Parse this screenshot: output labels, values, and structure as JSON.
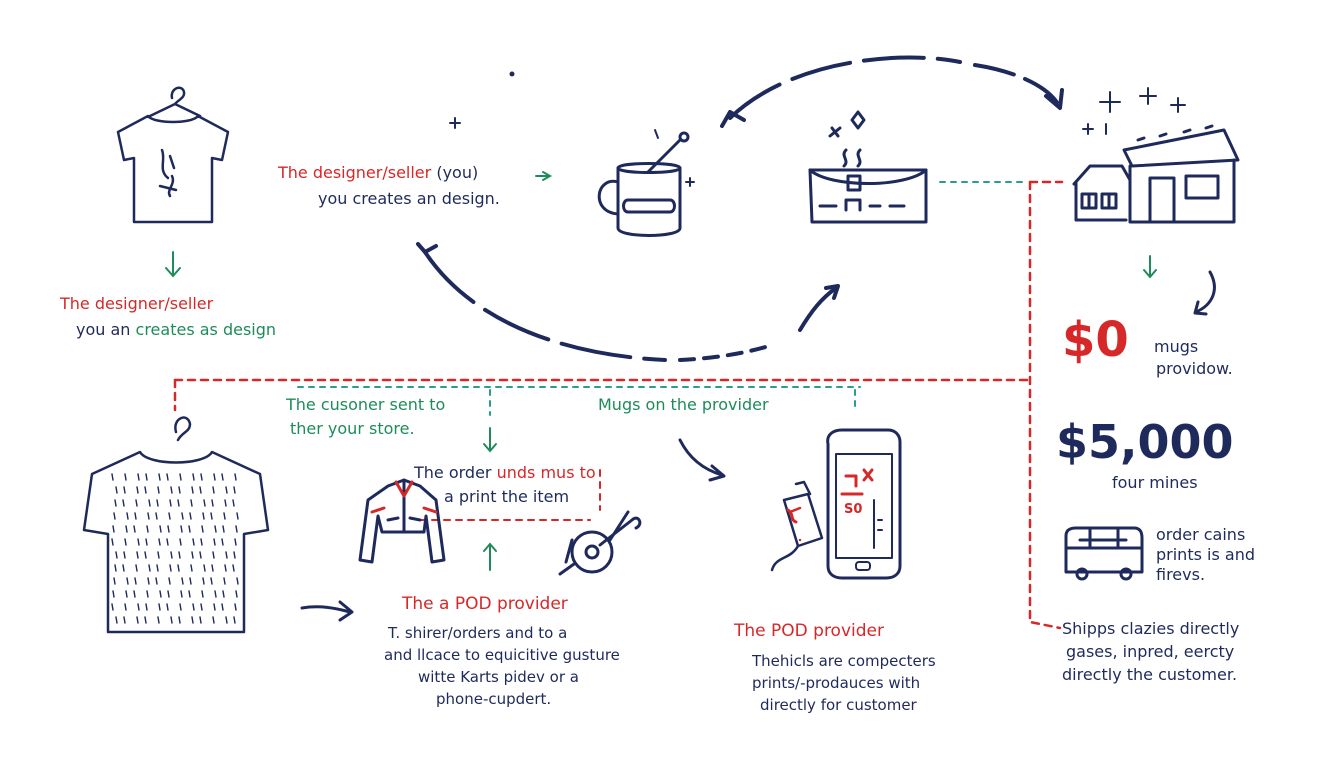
{
  "top_left_label": {
    "line1": "The designer/seller",
    "line2_prefix": "you an",
    "line2_suffix": "creates as design"
  },
  "designer_label": {
    "line1_red": "The designer/seller",
    "line1_navy": "(you)",
    "line2": "you creates an design."
  },
  "price_top": {
    "amount": "$0",
    "line1": "mugs",
    "line2": "providow."
  },
  "price_bottom": {
    "amount": "$5,000",
    "caption": "four mines"
  },
  "truck_text": {
    "line1": "order cains",
    "line2": "prints is and",
    "line3": "firevs."
  },
  "ships_text": {
    "line1": "Shipps clazies directly",
    "line2": "gases, inpred, eercty",
    "line3": "directly the customer."
  },
  "customer_label": {
    "line1": "The cusoner sent to",
    "line2": "ther your store."
  },
  "mugs_label": "Mugs on the provider",
  "order_label": {
    "line1_navy": "The order",
    "line1_red": "unds mus to",
    "line2": "a print the item"
  },
  "pod_left": {
    "title": "The a POD provider",
    "line1": "T. shirer/orders and to a",
    "line2": "and llcace to equicitive gusture",
    "line3": "witte Karts pidev or a",
    "line4": "phone-cupdert."
  },
  "pod_right": {
    "title": "The POD provider",
    "line1": "Thehicls are compecters",
    "line2": "prints/-prodauces with",
    "line3": "directly for customer"
  },
  "phone_screen_text": "S0",
  "colors": {
    "navy": "#1f2a5c",
    "red": "#d62828",
    "green": "#1e8c5a",
    "teal": "#2a9d8f"
  }
}
